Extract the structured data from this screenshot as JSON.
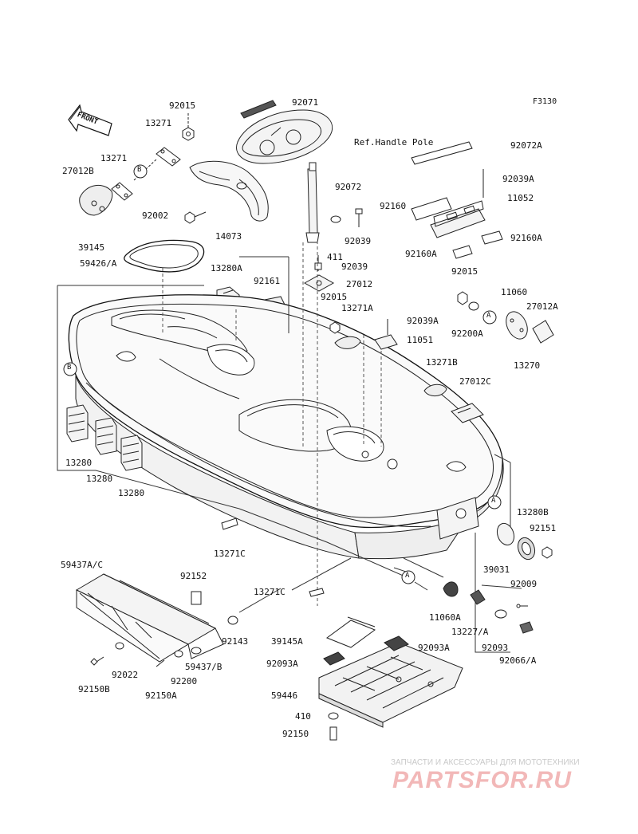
{
  "figure_code": "F3130",
  "front_arrow_text": "FRONT",
  "ref_label": "Ref.Handle Pole",
  "callouts": {
    "a": "A",
    "b": "B"
  },
  "parts": {
    "p92015_top": "92015",
    "p92071": "92071",
    "p13271_a": "13271",
    "p13271_b": "13271",
    "p92072A": "92072A",
    "p27012B": "27012B",
    "p92039A_top": "92039A",
    "p92072": "92072",
    "p92160": "92160",
    "p11052": "11052",
    "p92002": "92002",
    "p92039_a": "92039",
    "p92160A_right": "92160A",
    "p14073": "14073",
    "p39145": "39145",
    "p92160A_left": "92160A",
    "p411": "411",
    "p92039_b": "92039",
    "p59426A": "59426/A",
    "p13280A": "13280A",
    "p92161": "92161",
    "p27012": "27012",
    "p92015_mid": "92015",
    "p92015_right": "92015",
    "p11060": "11060",
    "p27012A": "27012A",
    "p13271A": "13271A",
    "p92039A_mid": "92039A",
    "p92200A": "92200A",
    "p11051": "11051",
    "p13270": "13270",
    "p13271B": "13271B",
    "p27012C": "27012C",
    "p13280_a": "13280",
    "p13280_b": "13280",
    "p13280_c": "13280",
    "p13280B": "13280B",
    "p92151": "92151",
    "p13271C_a": "13271C",
    "p39031": "39031",
    "p59437AC": "59437A/C",
    "p92152": "92152",
    "p13271C_b": "13271C",
    "p11060A": "11060A",
    "p92009": "92009",
    "p13227A": "13227/A",
    "p92143": "92143",
    "p92093": "92093",
    "p39145A": "39145A",
    "p92093A_right": "92093A",
    "p92066A": "92066/A",
    "p59437B": "59437/B",
    "p92093A_left": "92093A",
    "p92022": "92022",
    "p92200": "92200",
    "p92150B": "92150B",
    "p92150A": "92150A",
    "p59446": "59446",
    "p410": "410",
    "p92150": "92150"
  },
  "watermark": {
    "subtitle": "ЗАПЧАСТИ И АКСЕССУАРЫ ДЛЯ МОТОТЕХНИКИ",
    "brand": "PARTSFOR.RU"
  }
}
